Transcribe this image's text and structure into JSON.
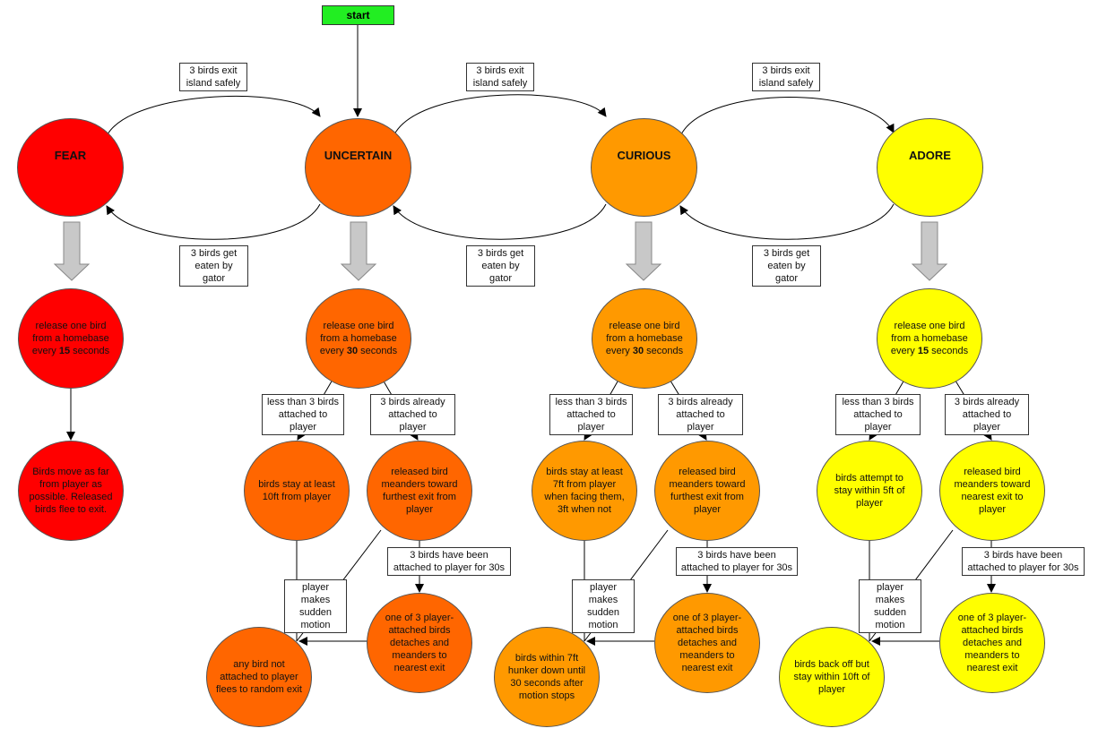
{
  "start_label": "start",
  "states": [
    {
      "name": "FEAR",
      "color": "#ff0000"
    },
    {
      "name": "UNCERTAIN",
      "color": "#ff6600"
    },
    {
      "name": "CURIOUS",
      "color": "#ff9900"
    },
    {
      "name": "ADORE",
      "color": "#ffff00"
    }
  ],
  "transitions": {
    "exit_safely": "3 birds exit\nisland safely",
    "eaten": "3 birds get\neaten by gator"
  },
  "fear": {
    "release": "release one bird from a homebase every",
    "release_seconds": "15",
    "release_suffix": "seconds",
    "behavior": "Birds move as far from player as possible. Released birds flee to exit."
  },
  "uncertain": {
    "release": "release one bird from a homebase every",
    "release_seconds": "30",
    "release_suffix": "seconds",
    "cond_less": "less than 3 birds\nattached to player",
    "cond_already": "3 birds already\nattached to player",
    "stay": "birds stay at least 10ft from player",
    "meander": "released bird meanders toward furthest exit from player",
    "cond_30s": "3 birds have been\nattached to player for 30s",
    "sudden": "player makes\nsudden\nmotion",
    "detach": "one of 3 player-attached birds detaches and meanders to nearest exit",
    "flee": "any bird not attached to player flees to random exit"
  },
  "curious": {
    "release": "release one bird from a homebase every",
    "release_seconds": "30",
    "release_suffix": "seconds",
    "cond_less": "less than 3 birds\nattached to player",
    "cond_already": "3 birds already\nattached to player",
    "stay": "birds stay at least 7ft from player when facing them, 3ft when not",
    "meander": "released bird meanders toward furthest exit from player",
    "cond_30s": "3 birds have been\nattached to player for 30s",
    "sudden": "player makes\nsudden\nmotion",
    "detach": "one of 3 player-attached birds detaches and meanders to nearest exit",
    "hunker": "birds within 7ft hunker down until 30 seconds after motion stops"
  },
  "adore": {
    "release": "release one bird from a homebase every",
    "release_seconds": "15",
    "release_suffix": "seconds",
    "cond_less": "less than 3 birds\nattached to player",
    "cond_already": "3 birds already\nattached to player",
    "stay": "birds attempt to stay within 5ft of player",
    "meander": "released bird meanders toward nearest exit to player",
    "cond_30s": "3 birds have been\nattached to player for 30s",
    "sudden": "player makes\nsudden\nmotion",
    "detach": "one of 3 player-attached birds detaches and meanders to nearest exit",
    "backoff": "birds back off but stay within 10ft of player"
  }
}
